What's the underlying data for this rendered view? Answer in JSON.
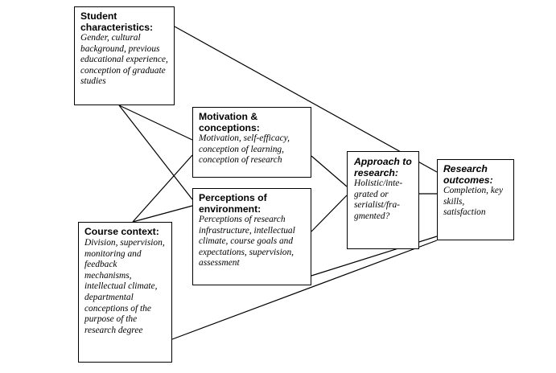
{
  "diagram": {
    "nodes": {
      "student": {
        "title": "Student characteristics:",
        "body": "Gender, cultural background, previous educational experience, conception of graduate studies"
      },
      "motivation": {
        "title": "Motivation & conceptions:",
        "body": "Motivation, self-efficacy, conception of learning, conception of research"
      },
      "perceptions": {
        "title": "Perceptions of environment:",
        "body": "Perceptions of research infrastructure, intellectual climate, course goals and expectations, supervision, assessment"
      },
      "approach": {
        "title": "Approach to research:",
        "body": "Holistic/inte-grated or serialist/fra-gmented?"
      },
      "outcomes": {
        "title": "Research outcomes:",
        "body": "Completion, key skills, satisfaction"
      },
      "context": {
        "title": "Course context:",
        "body": "Division, supervision, monitoring and feedback mechanisms, intellectual climate, departmental conceptions of the purpose of the research degree"
      }
    },
    "edges": [
      {
        "from": "student",
        "to": "outcomes"
      },
      {
        "from": "student",
        "to": "motivation"
      },
      {
        "from": "student",
        "to": "perceptions"
      },
      {
        "from": "context",
        "to": "motivation"
      },
      {
        "from": "context",
        "to": "perceptions"
      },
      {
        "from": "context",
        "to": "outcomes"
      },
      {
        "from": "motivation",
        "to": "approach"
      },
      {
        "from": "perceptions",
        "to": "approach"
      },
      {
        "from": "approach",
        "to": "outcomes"
      },
      {
        "from": "perceptions",
        "to": "outcomes"
      }
    ]
  }
}
